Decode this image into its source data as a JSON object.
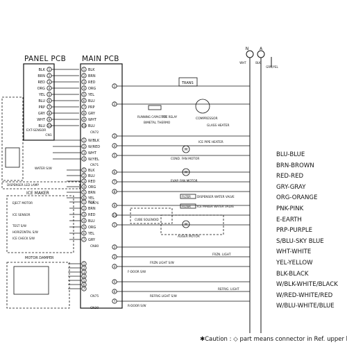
{
  "panel_pcb": {
    "title": "PANEL PCB",
    "pins": [
      "BLK",
      "BRN",
      "RED",
      "ORG",
      "YEL",
      "BLU",
      "PRP",
      "GRY",
      "WHT",
      "BLU"
    ],
    "connector": "CN1",
    "ext_sensor": "EXT-SENSOR"
  },
  "main_pcb": {
    "title": "MAIN PCB",
    "block1": [
      "BLK",
      "BRN",
      "RED",
      "ORG",
      "YEL",
      "BLU",
      "PRP",
      "GRY",
      "WHT",
      "BLU"
    ],
    "block1_conn": "CN72",
    "block2": [
      "W/BLK",
      "W/RED",
      "WHT",
      "W/YEL"
    ],
    "block2_conn": "CN71",
    "block3": [
      "BLK",
      "BLU",
      "RED",
      "ORG",
      "BRN",
      "YEL"
    ],
    "block3_conn": "CN76",
    "block4": [
      "BLK",
      "BRN",
      "RED",
      "BLU",
      "ORG",
      "YEL",
      "GRY"
    ],
    "block4_conn": "CN80",
    "block5_conn": "CN75",
    "block6_conn": "CN30"
  },
  "left_devices": {
    "dispenser_lamp": "DISPENSER LED LAMP",
    "water_sw": "WATER S/W",
    "ice_maker": "ICE MAKER",
    "eject_motor": "EJECT MOTOR",
    "ice_sensor": "ICE SENSOR",
    "test_sw": "TEST S/W",
    "horizontal_sw": "HORIZONTAL S/W",
    "ice_check_sw": "ICE CHECK S/W",
    "motor_damper": "MOTOR DAMPER",
    "ext_sensor_label": "EXT-SENSOR"
  },
  "right_devices": {
    "trans": "TRANS",
    "running_capacitor": "RUNNING CAPACITOR",
    "ptc_relay": "PTC RELAY",
    "compressor": "COMPRESSOR",
    "bimetal_thermo": "BIMETAL THERMO",
    "glass_heater": "GLASS HEATER",
    "ice_pipe_heater": "ICE PIPE HEATER",
    "cond_fan_motor": "COND. FAN MOTOR",
    "evap_fan_motor": "EVAP. FAN MOTOR",
    "dispenser_valve": "DISPENSER WATER VALVE",
    "ice_maker_valve": "ICE MAKER WATER VALVE",
    "cube_solenoid": "CUBE SOLENOID",
    "auger_motor": "AUGER MOTOR",
    "frzn_light": "FRZN. LIGHT",
    "frzn_light_sw": "FRZN LIGHT S/W",
    "fdoor_sw": "F-DOOR S/W",
    "refrig_light": "REFRIG. LIGHT",
    "refrig_light_sw": "REFRIG LIGHT S/W",
    "rdoor_sw": "R-DOOR S/W",
    "filter": "FILTER",
    "power": [
      "N",
      "A",
      "WHT",
      "BLK",
      "GRN/YEL"
    ]
  },
  "legend": [
    "BLU-BLUE",
    "BRN-BROWN",
    "RED-RED",
    "GRY-GRAY",
    "ORG-ORANGE",
    "PNK-PINK",
    "E-EARTH",
    "PRP-PURPLE",
    "S/BLU-SKY BLUE",
    "WHT-WHITE",
    "YEL-YELLOW",
    "BLK-BLACK",
    "W/BLK-WHITE/BLACK",
    "W/RED-WHITE/RED",
    "W/BLU-WHITE/BLUE"
  ],
  "caution": "✱Caution : ◇ part means connector in Ref. upper hinge."
}
